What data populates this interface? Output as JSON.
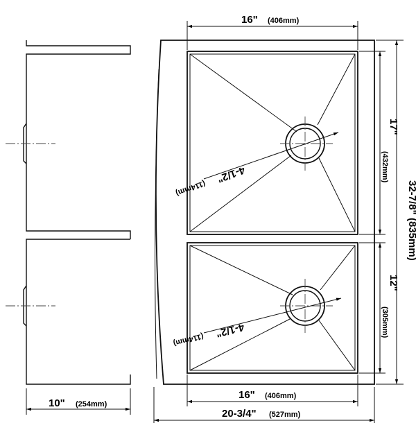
{
  "dimensions": {
    "top_width": {
      "imperial": "16\"",
      "metric": "(406mm)"
    },
    "bottom_width": {
      "imperial": "16\"",
      "metric": "(406mm)"
    },
    "overall_width": {
      "imperial": "20-3/4\"",
      "metric": "(527mm)"
    },
    "side_depth": {
      "imperial": "10\"",
      "metric": "(254mm)"
    },
    "large_bowl_length": {
      "imperial": "17\"",
      "metric": "(432mm)"
    },
    "small_bowl_length": {
      "imperial": "12\"",
      "metric": "(305mm)"
    },
    "overall_length": {
      "imperial": "32-7/8\"",
      "metric": "(835mm)"
    },
    "drain_upper": {
      "imperial": "4-1/2\"",
      "metric": "(114mm)"
    },
    "drain_lower": {
      "imperial": "4-1/2\"",
      "metric": "(114mm)"
    }
  },
  "colors": {
    "line": "#111111",
    "background": "#ffffff"
  }
}
